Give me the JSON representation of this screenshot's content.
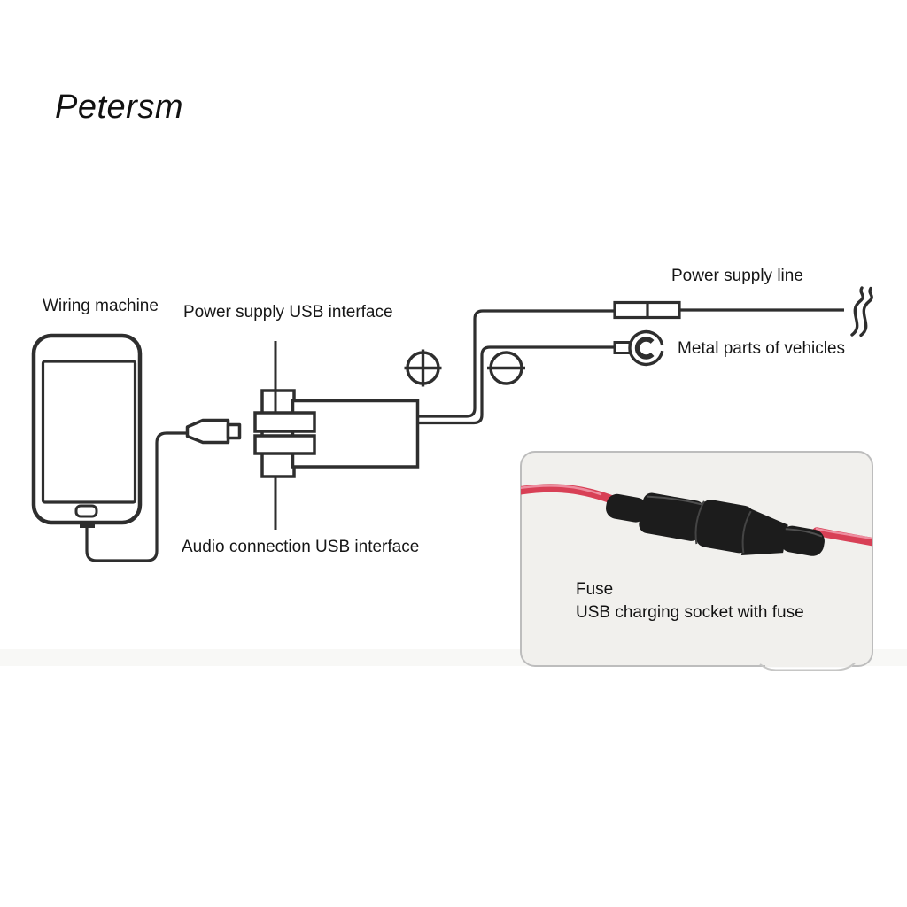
{
  "watermark": "Petersm",
  "diagram": {
    "labels": {
      "wiring_machine": "Wiring machine",
      "power_supply_usb_interface": "Power supply USB interface",
      "power_supply_line": "Power supply line",
      "metal_parts_of_vehicles": "Metal parts of vehicles",
      "audio_connection_usb_interface": "Audio connection USB interface"
    },
    "icons": [
      "smartphone-icon",
      "usb-cable-icon",
      "micro-usb-plug-icon",
      "usb-socket-box-icon",
      "plus-screw-icon",
      "minus-screw-icon",
      "inline-fuse-icon",
      "ring-terminal-icon",
      "wire-break-icon"
    ],
    "colors": {
      "line": "#2e2e2e",
      "text": "#161616"
    }
  },
  "inset": {
    "caption_line1": "Fuse",
    "caption_line2": "USB charging socket with fuse",
    "colors": {
      "background": "#f1f0ed",
      "border": "#bdbdbd",
      "wire": "#d84056",
      "fuse_holder": "#1c1c1c"
    }
  }
}
